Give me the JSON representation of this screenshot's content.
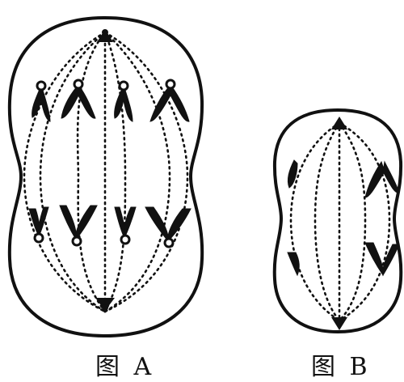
{
  "figures": [
    {
      "id": "A",
      "label": "图 A"
    },
    {
      "id": "B",
      "label": "图 B"
    }
  ]
}
